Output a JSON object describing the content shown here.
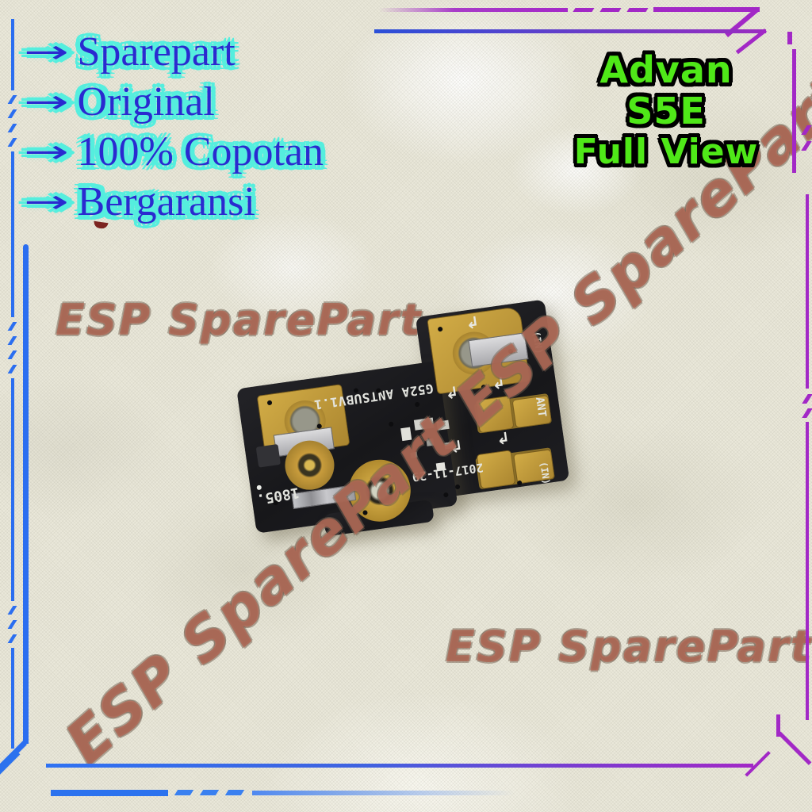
{
  "image_type": "spare-part product photo listing",
  "features": {
    "arrow": "→",
    "items": [
      "Sparepart",
      "Original",
      "100% Copotan",
      "Bergaransi"
    ],
    "text_color": "#2a2ad0",
    "glow_color": "#55eede"
  },
  "title": {
    "line1": "Advan S5E",
    "line2": "Full View",
    "text_color": "#4fe818",
    "outline_color": "#000000"
  },
  "watermark": {
    "horizontal": "ESP SparePart",
    "diagonal": "ESP SparePart ESP SparePart",
    "color": "#cd6955"
  },
  "pcb": {
    "model": "G52A ANTSUBV1.1",
    "date": "2017-11-29",
    "batch": "1805.",
    "label_ant": "ANT",
    "label_in": "(IN)",
    "arrow_glyph": "↱",
    "board_color": "#1b1b1e",
    "gold_color": "#c9a23f"
  },
  "frame": {
    "blue": "#2b6ef0",
    "purple": "#a228c6"
  }
}
